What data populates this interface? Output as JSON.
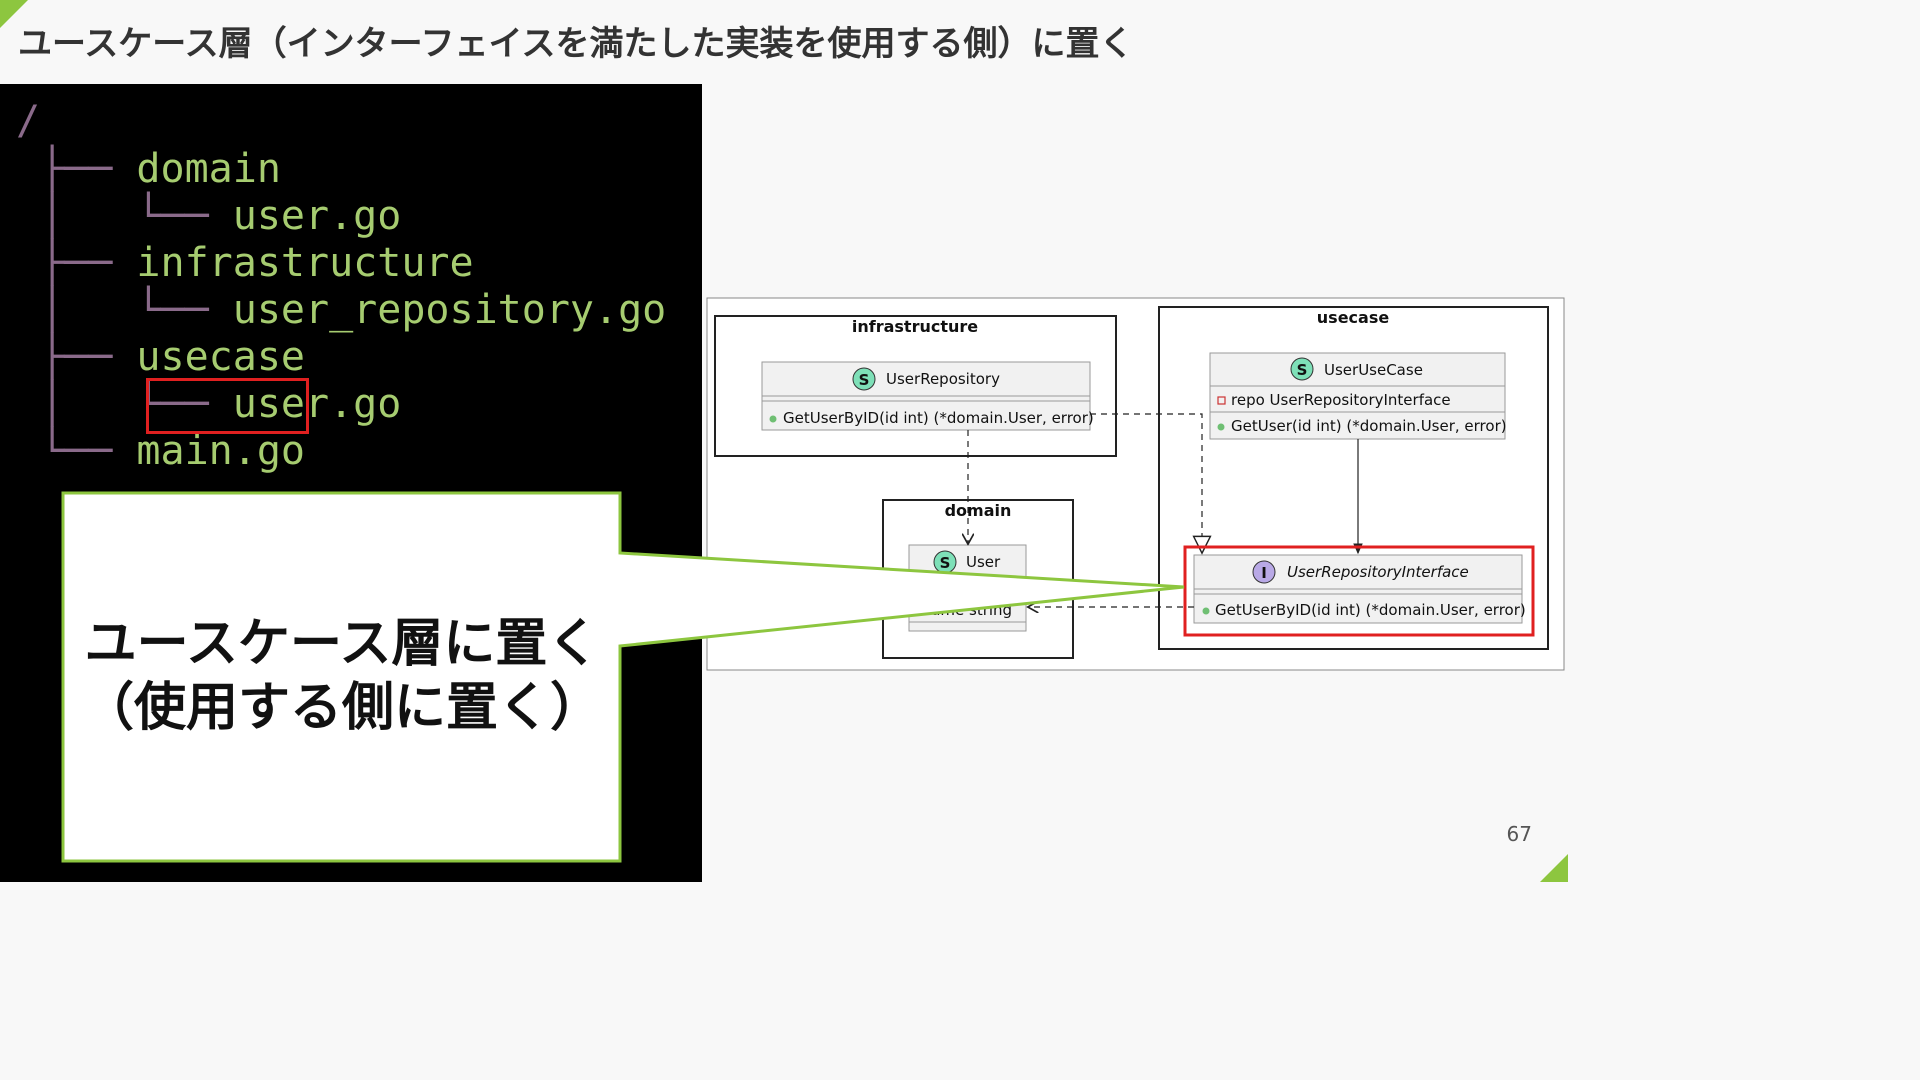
{
  "slide": {
    "title": "ユースケース層（インターフェイスを満たした実装を使用する側）に置く",
    "page_number": "67",
    "accent_color": "#8dc63f"
  },
  "tree": {
    "lines": [
      {
        "connector": "/",
        "name": ""
      },
      {
        "connector": " ├── ",
        "name": "domain"
      },
      {
        "connector": " │   └── ",
        "name": "user.go"
      },
      {
        "connector": " ├── ",
        "name": "infrastructure"
      },
      {
        "connector": " │   └── ",
        "name": "user_repository.go"
      },
      {
        "connector": " ├── ",
        "name": "usecase"
      },
      {
        "connector": " │   └── ",
        "name": "user.go"
      },
      {
        "connector": " └── ",
        "name": "main.go"
      }
    ],
    "text_color": "#a6cc70",
    "highlight_color": "#e02020"
  },
  "callout": {
    "line1": "ユースケース層に置く",
    "line2": "（使用する側に置く）"
  },
  "diagram": {
    "packages": {
      "infrastructure": "infrastructure",
      "usecase": "usecase",
      "domain": "domain"
    },
    "classes": {
      "user_repository": {
        "stereotype": "S",
        "name": "UserRepository",
        "method": "GetUserByID(id int) (*domain.User, error)"
      },
      "user_use_case": {
        "stereotype": "S",
        "name": "UserUseCase",
        "field": "repo UserRepositoryInterface",
        "method": "GetUser(id int) (*domain.User, error)"
      },
      "user": {
        "stereotype": "S",
        "name": "User",
        "field": "Name string"
      },
      "user_repository_interface": {
        "stereotype": "I",
        "name": "UserRepositoryInterface",
        "method": "GetUserByID(id int) (*domain.User, error)"
      }
    },
    "struct_badge_color": "#7ee0b8",
    "interface_badge_color": "#b9a9e6"
  }
}
